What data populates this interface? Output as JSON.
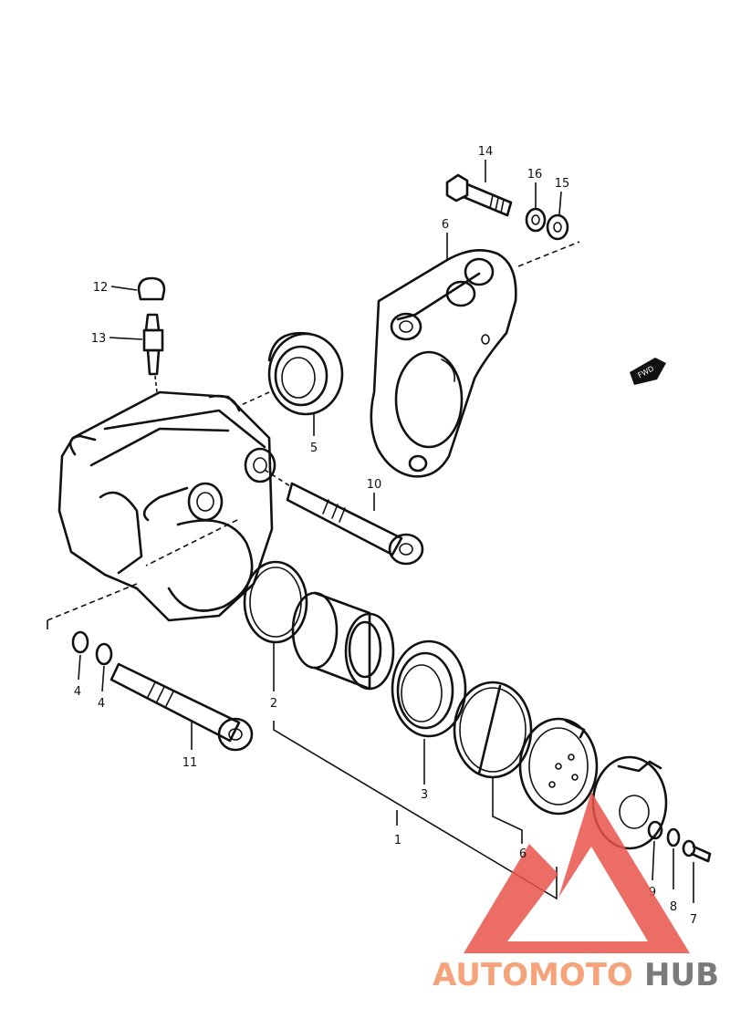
{
  "callouts": [
    {
      "id": "c1",
      "text": "1"
    },
    {
      "id": "c2",
      "text": "2"
    },
    {
      "id": "c3",
      "text": "3"
    },
    {
      "id": "c4a",
      "text": "4"
    },
    {
      "id": "c4b",
      "text": "4"
    },
    {
      "id": "c5",
      "text": "5"
    },
    {
      "id": "c6",
      "text": "6"
    },
    {
      "id": "c7",
      "text": "7"
    },
    {
      "id": "c8",
      "text": "8"
    },
    {
      "id": "c9",
      "text": "9"
    },
    {
      "id": "c10",
      "text": "10"
    },
    {
      "id": "c11",
      "text": "11"
    },
    {
      "id": "c12",
      "text": "12"
    },
    {
      "id": "c13",
      "text": "13"
    },
    {
      "id": "c14",
      "text": "14"
    },
    {
      "id": "c15",
      "text": "15"
    },
    {
      "id": "c16",
      "text": "16"
    },
    {
      "id": "c17",
      "text": "17"
    }
  ],
  "direction_marker": "FWD",
  "watermark": {
    "part1": "AUTOMOTO",
    "part2": "HUB",
    "color1": "#f4a37a",
    "color2": "#7a7a7a",
    "logo_color": "#e8534a"
  }
}
